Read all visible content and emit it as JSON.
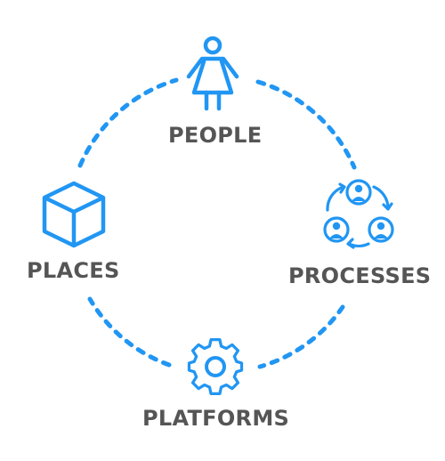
{
  "colors": {
    "accent": "#2196F3",
    "label": "#555555",
    "background": "#ffffff"
  },
  "nodes": [
    {
      "label": "PEOPLE",
      "icon": "person-icon"
    },
    {
      "label": "PROCESSES",
      "icon": "people-cycle-icon"
    },
    {
      "label": "PLATFORMS",
      "icon": "gear-icon"
    },
    {
      "label": "PLACES",
      "icon": "cube-icon"
    }
  ]
}
